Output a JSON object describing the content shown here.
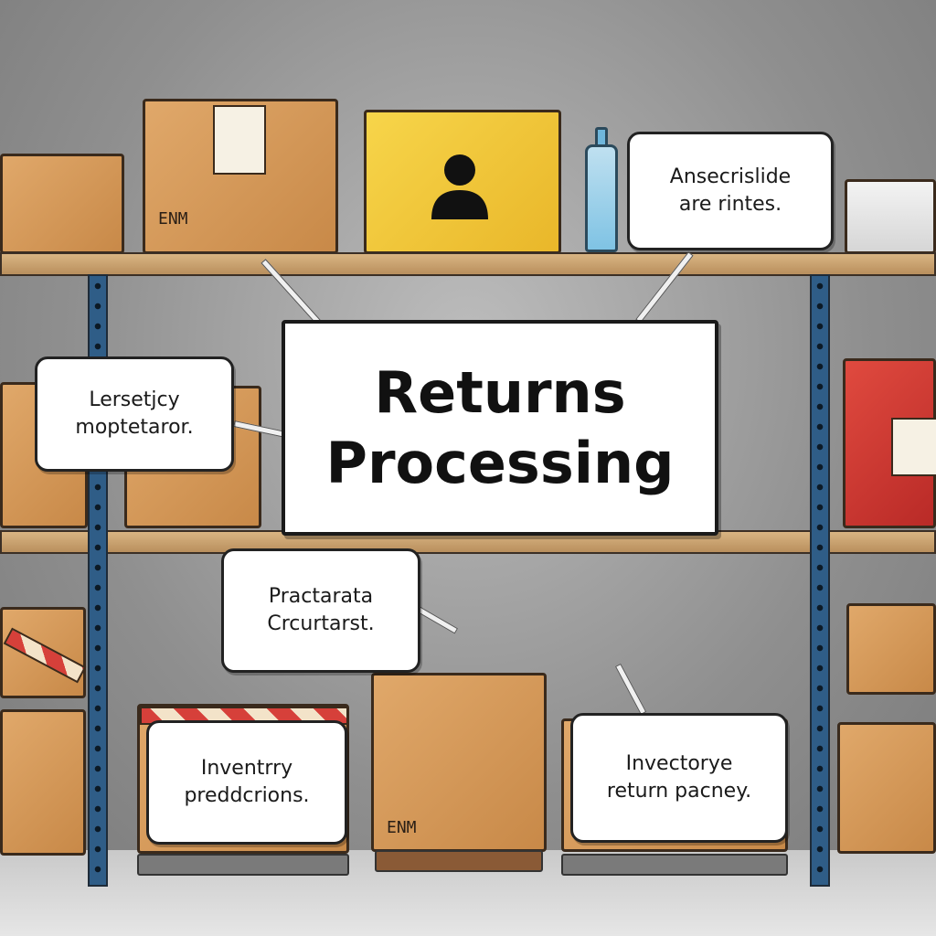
{
  "title": {
    "line1": "Returns",
    "line2": "Processing"
  },
  "notes": {
    "top_right": {
      "line1": "Ansecrislide",
      "line2": "are rintes."
    },
    "left": {
      "line1": "Lersetjcy",
      "line2": "moptetaror."
    },
    "middle": {
      "line1": "Practarata",
      "line2": "Crcurtarst."
    },
    "bottom_left": {
      "line1": "Inventrry",
      "line2": "preddcrions."
    },
    "bottom_right": {
      "line1": "Invectorye",
      "line2": "return pacney."
    }
  },
  "box_labels": {
    "top_left_box": "ENM",
    "bottom_center_box": "ENM"
  },
  "colors": {
    "rack_blue": "#2f5d87",
    "yellow_box": "#f7d54a",
    "red_box": "#e04a3f",
    "cardboard": "#d99b5c"
  },
  "icons": [
    "person-icon"
  ]
}
